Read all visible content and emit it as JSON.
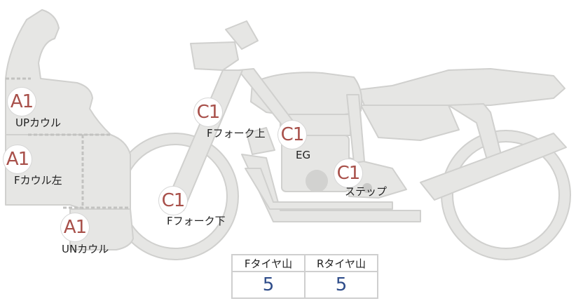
{
  "parts": [
    {
      "id": "up-cowl",
      "grade": "A1",
      "label": "UPカウル"
    },
    {
      "id": "f-cowl-left",
      "grade": "A1",
      "label": "Fカウル左"
    },
    {
      "id": "un-cowl",
      "grade": "A1",
      "label": "UNカウル"
    },
    {
      "id": "f-fork-upper",
      "grade": "C1",
      "label": "Fフォーク上"
    },
    {
      "id": "f-fork-lower",
      "grade": "C1",
      "label": "Fフォーク下"
    },
    {
      "id": "engine",
      "grade": "C1",
      "label": "EG"
    },
    {
      "id": "step",
      "grade": "C1",
      "label": "ステップ"
    }
  ],
  "tires": {
    "front_label": "Fタイヤ山",
    "rear_label": "Rタイヤ山",
    "front_value": "5",
    "rear_value": "5"
  },
  "colors": {
    "body_fill": "#e6e6e4",
    "body_stroke": "#cfcfcd",
    "grade_text": "#a8504a",
    "value_text": "#2f4d8a"
  }
}
